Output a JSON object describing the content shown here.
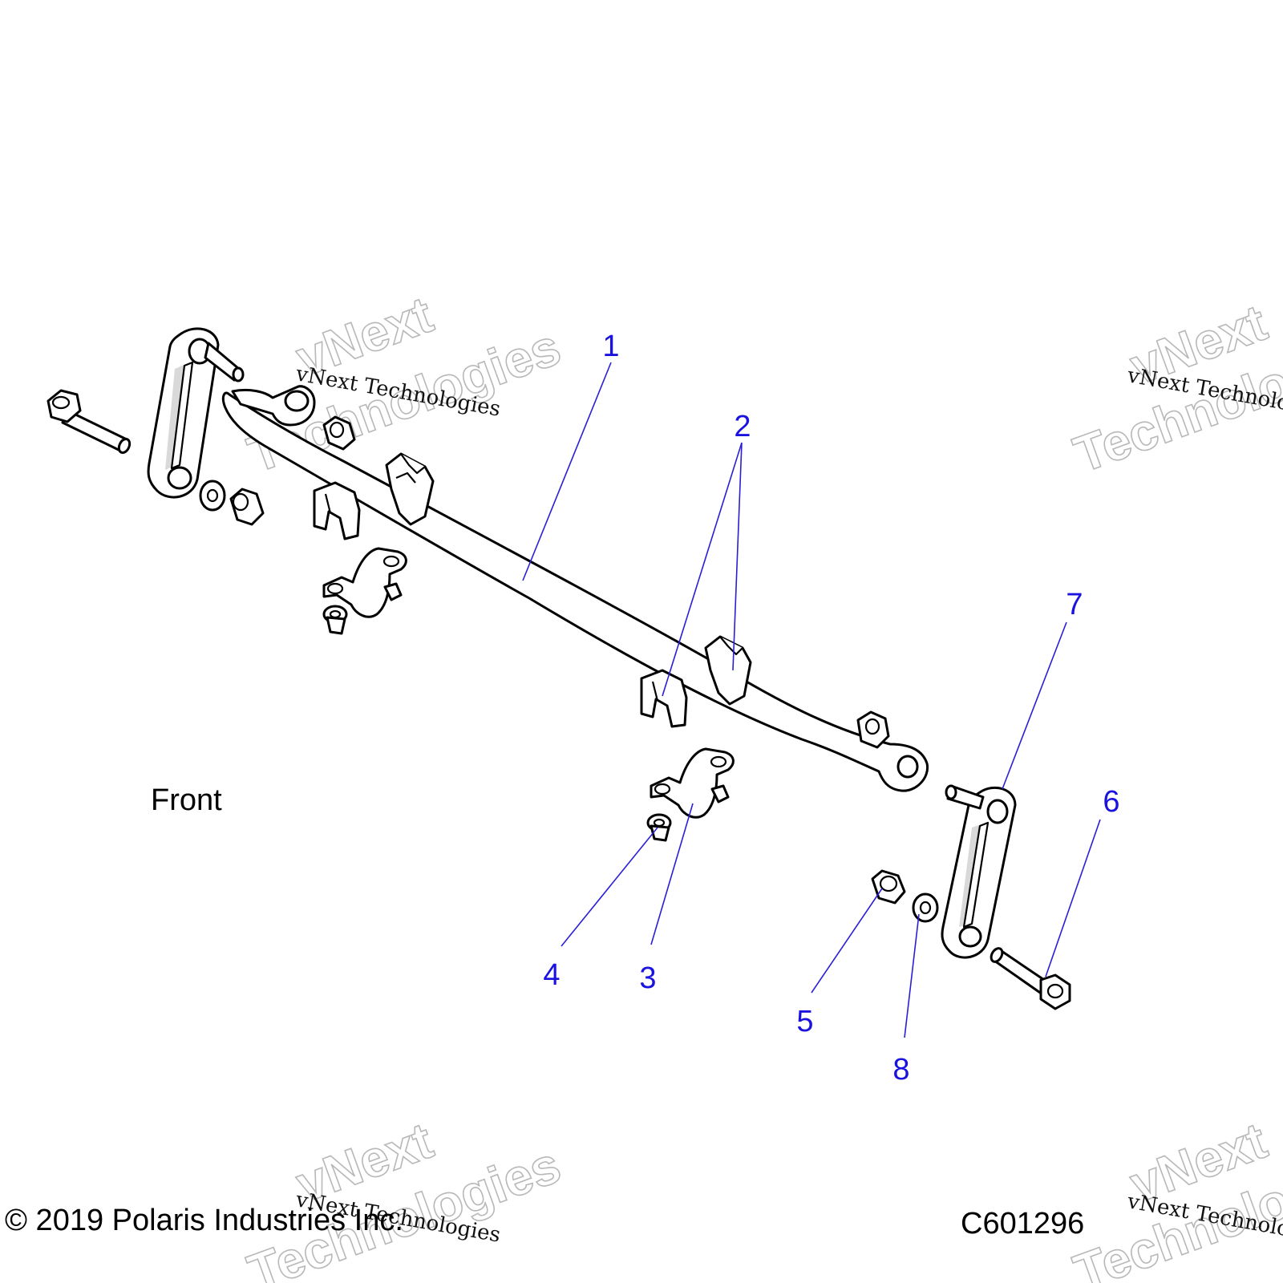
{
  "watermark": {
    "large_top": "vNext",
    "large_bottom": "Technologies",
    "small": "vNext Technologies"
  },
  "labels": {
    "front": "Front",
    "copyright": "© 2019 Polaris Industries Inc.",
    "figure_code": "C601296"
  },
  "callouts": [
    "1",
    "2",
    "3",
    "4",
    "5",
    "6",
    "7",
    "8"
  ],
  "colors": {
    "callout": "#1a13e0",
    "leader": "#2a1fd6",
    "watermark": "#b8b8b8"
  }
}
